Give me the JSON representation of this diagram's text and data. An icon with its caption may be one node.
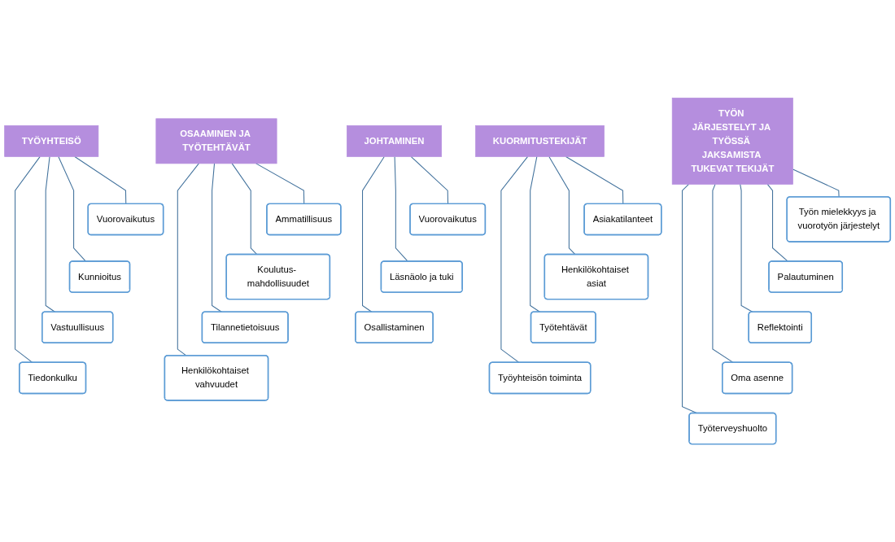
{
  "diagram": {
    "nodes": [
      {
        "text": [
          "TYÖYHTEISÖ"
        ]
      },
      {
        "text": [
          "Vuorovaikutus"
        ]
      },
      {
        "text": [
          "Kunnioitus"
        ]
      },
      {
        "text": [
          "Vastuullisuus"
        ]
      },
      {
        "text": [
          "Tiedonkulku"
        ]
      },
      {
        "text": [
          "OSAAMINEN JA TYÖTEHTÄVÄT"
        ]
      },
      {
        "text": [
          "Ammatillisuus"
        ]
      },
      {
        "text": [
          "Koulutus- mahdollisuudet"
        ]
      },
      {
        "text": [
          "Tilannetietoisuus"
        ]
      },
      {
        "text": [
          "Henkilökohtaiset vahvuudet"
        ]
      },
      {
        "text": [
          "KUORMITUSTEKIJÄT"
        ]
      },
      {
        "text": [
          "Asiakatilanteet"
        ]
      },
      {
        "text": [
          "Henkilökohtaiset asiat"
        ]
      },
      {
        "text": [
          "Työtehtävät"
        ]
      },
      {
        "text": [
          "Työyhteisön toiminta"
        ]
      },
      {
        "text": [
          "TYÖN JÄRJESTELYT JA TYÖSSÄ JAKSAMISTA TUKEVAT TEKIJÄT"
        ]
      },
      {
        "text": [
          "Työn mielekkyys ja vuorotyön järjestelyt"
        ]
      },
      {
        "text": [
          "Palautuminen"
        ]
      },
      {
        "text": [
          "Reflektointi"
        ]
      },
      {
        "text": [
          "Oma asenne"
        ]
      },
      {
        "text": [
          "Työterveyshuolto"
        ]
      },
      {
        "text": [
          "JOHTAMINEN"
        ]
      },
      {
        "text": [
          "Vuorovaikutus"
        ]
      },
      {
        "text": [
          "Läsnäolo ja tuki"
        ]
      },
      {
        "text": [
          "Osallistaminen"
        ]
      }
    ],
    "edges": [
      {
        "from": 0,
        "to": 1,
        "arrow": "none"
      },
      {
        "from": 0,
        "to": 2,
        "arrow": "none"
      },
      {
        "from": 0,
        "to": 3,
        "arrow": "none"
      },
      {
        "from": 0,
        "to": 4,
        "arrow": "none"
      },
      {
        "from": 5,
        "to": 6,
        "arrow": "none"
      },
      {
        "from": 5,
        "to": 7,
        "arrow": "none"
      },
      {
        "from": 5,
        "to": 8,
        "arrow": "none"
      },
      {
        "from": 5,
        "to": 9,
        "arrow": "none"
      },
      {
        "from": 10,
        "to": 11,
        "arrow": "none"
      },
      {
        "from": 10,
        "to": 12,
        "arrow": "none"
      },
      {
        "from": 10,
        "to": 13,
        "arrow": "none"
      },
      {
        "from": 10,
        "to": 14,
        "arrow": "none"
      },
      {
        "from": 15,
        "to": 16,
        "arrow": "none"
      },
      {
        "from": 15,
        "to": 17,
        "arrow": "none"
      },
      {
        "from": 15,
        "to": 18,
        "arrow": "none"
      },
      {
        "from": 15,
        "to": 19,
        "arrow": "none"
      },
      {
        "from": 15,
        "to": 20,
        "arrow": "none"
      },
      {
        "from": 21,
        "to": 22,
        "arrow": "none"
      },
      {
        "from": 21,
        "to": 23,
        "arrow": "none"
      },
      {
        "from": 21,
        "to": 24,
        "arrow": "none"
      }
    ]
  }
}
